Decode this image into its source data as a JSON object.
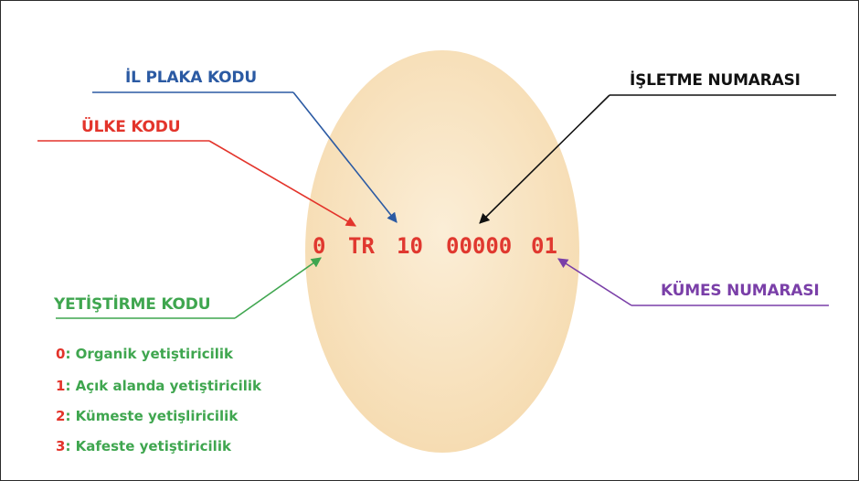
{
  "code": {
    "digit0": "0",
    "country": "TR",
    "province": "10",
    "enterprise": "00000",
    "coop": "01"
  },
  "labels": {
    "il_plaka_kodu": "İL PLAKA KODU",
    "ulke_kodu": "ÜLKE KODU",
    "isletme_numarasi": "İŞLETME NUMARASI",
    "yetistirme_kodu": "YETİŞTİRME KODU",
    "kumes_numarasi": "KÜMES NUMARASI"
  },
  "legend": [
    {
      "num": "0",
      "text": ": Organik yetiştiricilik"
    },
    {
      "num": "1",
      "text": ": Açık alanda yetiştiricilik"
    },
    {
      "num": "2",
      "text": ": Kümeste yetişliricilik"
    },
    {
      "num": "3",
      "text": ": Kafeste yetiştiricilik"
    }
  ],
  "colors": {
    "code_red": "#e0382f",
    "blue": "#2b5aa3",
    "red": "#e3342b",
    "black": "#111111",
    "green": "#3fa64f",
    "purple": "#7a3fa8",
    "egg": "#f8e4c2"
  }
}
